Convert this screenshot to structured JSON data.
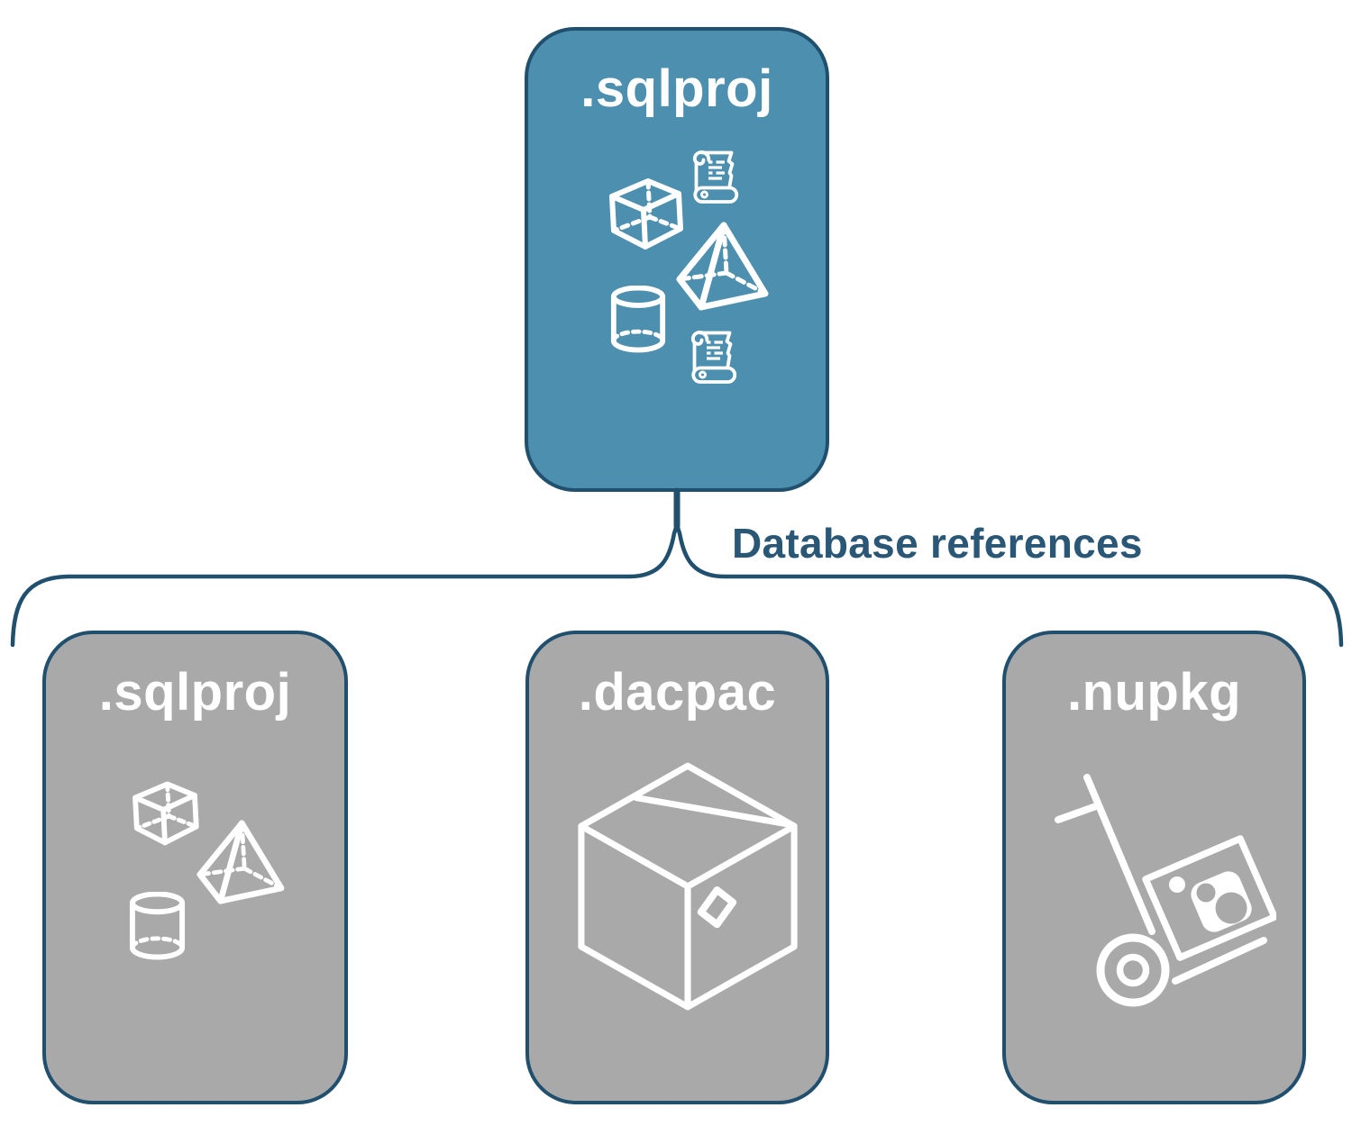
{
  "colors": {
    "card_teal": "#4D8FAE",
    "card_gray": "#A9A9A9",
    "line_navy": "#21506E",
    "text_navy": "#2B5777",
    "icon_white": "#FFFFFF"
  },
  "root_card": {
    "label": ".sqlproj",
    "icons": [
      "cube",
      "script-scroll",
      "pyramid",
      "cylinder",
      "script-scroll"
    ]
  },
  "connector": {
    "label": "Database references"
  },
  "child_cards": [
    {
      "label": ".sqlproj",
      "icon": "sql-geometry-objects"
    },
    {
      "label": ".dacpac",
      "icon": "package-box"
    },
    {
      "label": ".nupkg",
      "icon": "nuget-hand-truck"
    }
  ]
}
